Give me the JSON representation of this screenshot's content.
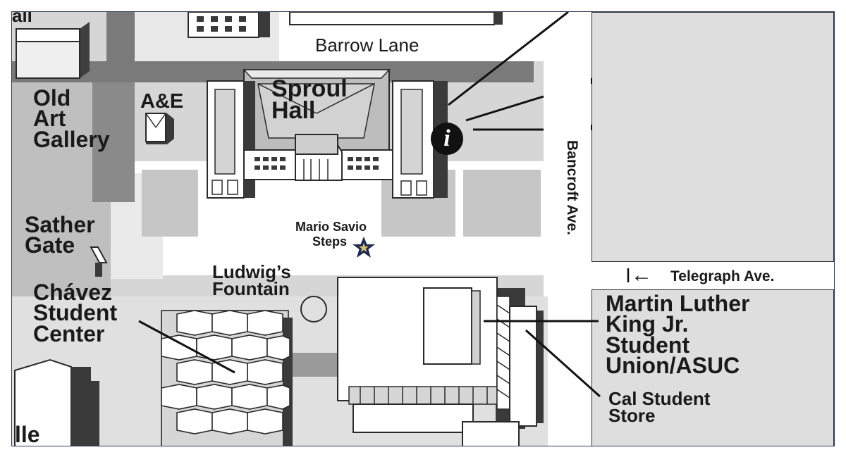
{
  "labels": {
    "barrow_lane": "Barrow Lane",
    "sproul_hall": [
      "Sproul",
      "Hall"
    ],
    "a_and_e": "A&E",
    "old_art_gallery": [
      "Old",
      "Art",
      "Gallery"
    ],
    "sather_gate": [
      "Sather",
      "Gate"
    ],
    "chavez_center": [
      "Chávez",
      "Student",
      "Center"
    ],
    "ludwigs_fountain": [
      "Ludwig’s",
      "Fountain"
    ],
    "mario_savio_steps": [
      "Mario Savio",
      "Steps"
    ],
    "bancroft_ave": "Bancroft Ave.",
    "telegraph_ave": "Telegraph Ave.",
    "mlk_union": [
      "Martin Luther",
      "King Jr.",
      "Student",
      "Union/ASUC"
    ],
    "cal_student_store": [
      "Cal Student",
      "Store"
    ],
    "partial_left_bottom": "lle",
    "partial_left_top": "all"
  },
  "icons": {
    "info": "i",
    "arrow": "←"
  },
  "colors": {
    "frame": "#2e3b57",
    "building_light": "#ffffff",
    "building_mid": "#bdbdbd",
    "building_dark": "#3c3c3c",
    "ground": "#d4d4d4",
    "path": "#e6e6e6",
    "star": "#1e2a52",
    "star_center": "#d9c36a"
  }
}
